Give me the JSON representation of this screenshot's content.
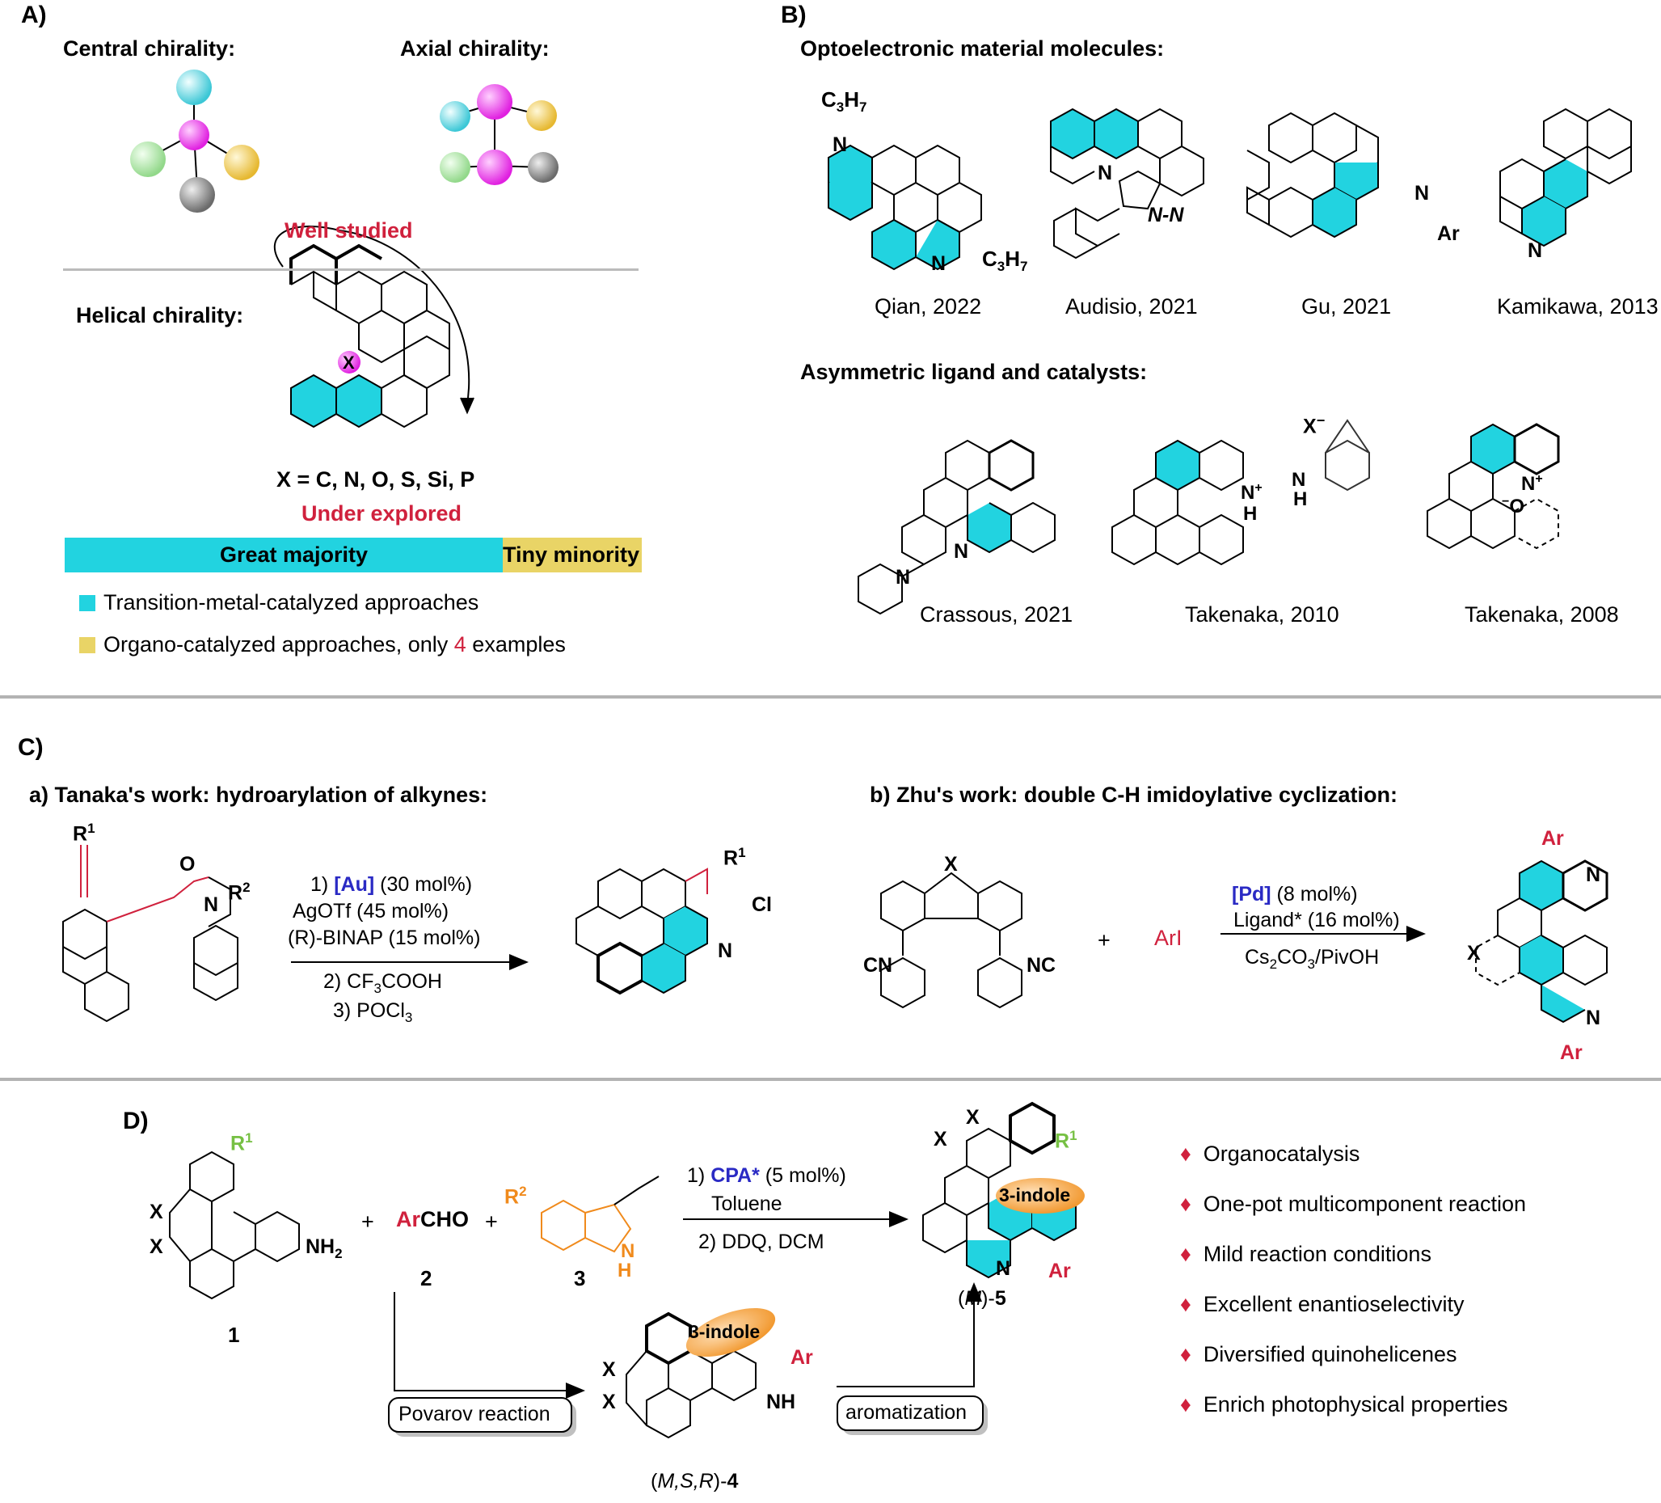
{
  "sections": {
    "A": "A)",
    "B": "B)",
    "C": "C)",
    "D": "D)"
  },
  "A": {
    "central": "Central chirality:",
    "axial": "Axial chirality:",
    "well_studied": "Well studied",
    "helical": "Helical chirality:",
    "x_atom": "X",
    "x_list": "X = C, N, O, S, Si, P",
    "under_explored": "Under explored",
    "bar_major": "Great majority",
    "bar_minor": "Tiny minority",
    "legend_tm": "Transition-metal-catalyzed approaches",
    "legend_org_pre": "Organo-catalyzed approaches, only ",
    "legend_org_num": "4",
    "legend_org_post": " examples",
    "colors": {
      "cyan": "#22d3e0",
      "yellow": "#e9d466",
      "magenta": "#e83ee8",
      "red": "#d0213d"
    }
  },
  "B": {
    "opto_title": "Optoelectronic material molecules:",
    "opto": [
      "Qian, 2022",
      "Audisio, 2021",
      "Gu, 2021",
      "Kamikawa, 2013"
    ],
    "lig_title": "Asymmetric ligand and catalysts:",
    "lig": [
      "Crassous, 2021",
      "Takenaka, 2010",
      "Takenaka, 2008"
    ],
    "atoms": {
      "c3h7": "C3H7",
      "c3h7b": "C3H7",
      "n": "N",
      "ar": "Ar",
      "nn": "N",
      "x": "X",
      "minus": "−",
      "plus": "+",
      "h": "H",
      "nh": "N",
      "o": "O"
    }
  },
  "C": {
    "a_title": "a) Tanaka's work:  hydroarylation of alkynes:",
    "b_title": "b) Zhu's work: double C-H imidoylative cyclization:",
    "a_cond": [
      "1) ",
      "[Au]",
      " (30 mol%)",
      "AgOTf (45 mol%)",
      "(R)-BINAP (15 mol%)",
      "2) CF",
      "3",
      "COOH",
      "3) POCl",
      "3"
    ],
    "b_cond": [
      "[Pd]",
      " (8 mol%)",
      "Ligand* (16 mol%)",
      "Cs",
      "2",
      "CO",
      "3",
      "/PivOH"
    ],
    "arI": "ArI",
    "plus": "+",
    "atoms": {
      "r1": "R",
      "r1sup": "1",
      "o": "O",
      "n": "N",
      "r2": "R",
      "r2sup": "2",
      "cl": "Cl",
      "x": "X",
      "cn": "CN",
      "nc": "NC",
      "ar": "Ar"
    }
  },
  "D": {
    "cmp1": "1",
    "cmp2": "2",
    "cmp3": "3",
    "archo_ar": "Ar",
    "archo_cho": "CHO",
    "plus": "+",
    "nh2": "NH",
    "nh2sub": "2",
    "r1": "R",
    "r1sup": "1",
    "r2": "R",
    "r2sup": "2",
    "x": "X",
    "nh": "N",
    "h": "H",
    "cond1_pre": "1) ",
    "cond1_cpa": "CPA*",
    "cond1_post": " (5 mol%)",
    "cond_tol": "Toluene",
    "cond2": "2) DDQ, DCM",
    "indole_tag": "3-indole",
    "product5": "(M)-5",
    "product4": "(M,S,R)-4",
    "povarov": "Povarov reaction",
    "aromatization": "aromatization",
    "ar": "Ar",
    "features": [
      "Organocatalysis",
      "One-pot multicomponent reaction",
      "Mild reaction conditions",
      "Excellent enantioselectivity",
      "Diversified quinohelicenes",
      "Enrich photophysical properties"
    ],
    "bullet": "♦"
  }
}
